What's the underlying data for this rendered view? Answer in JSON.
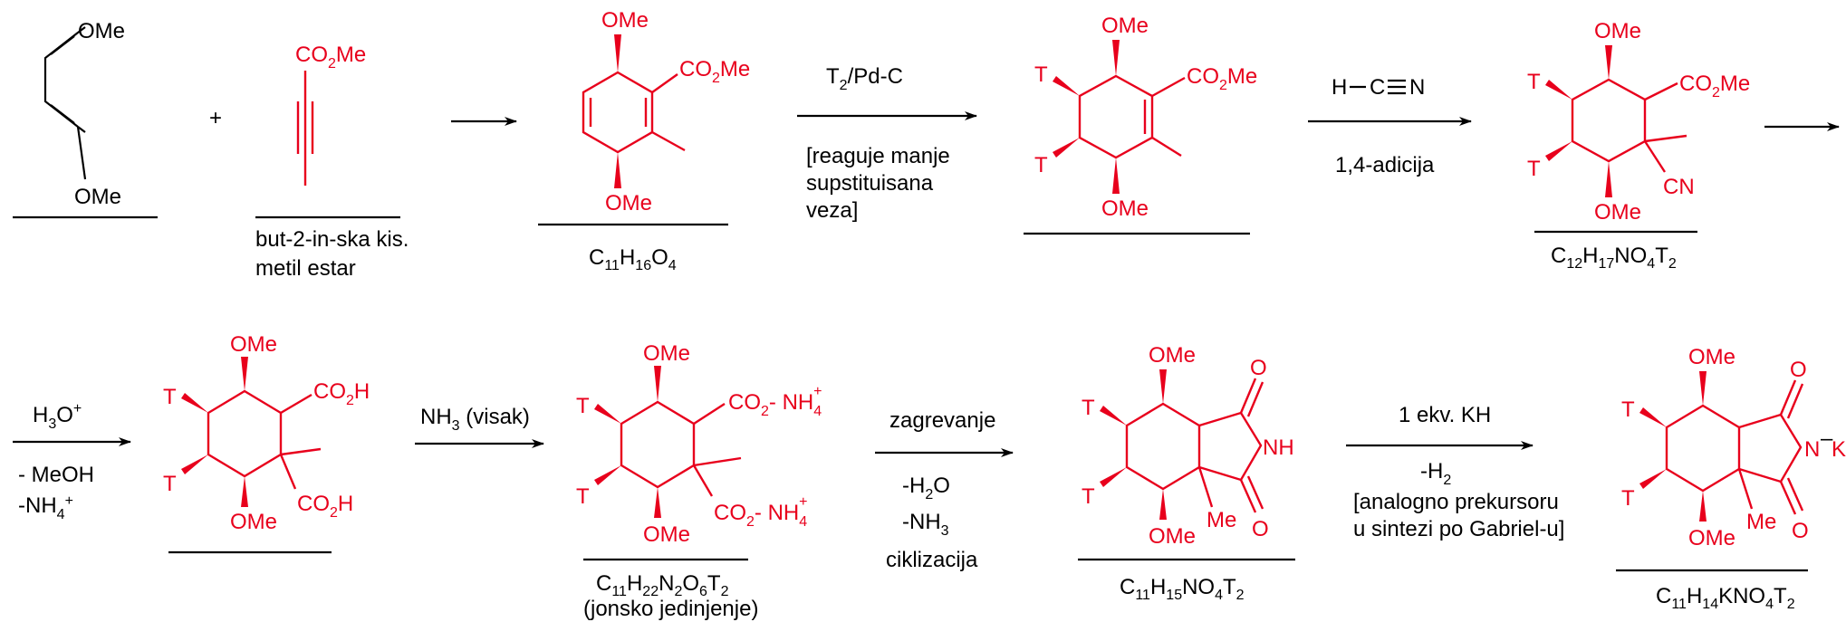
{
  "row1": {
    "diene": {
      "ome_top": "OMe",
      "ome_bottom": "OMe"
    },
    "plus": "+",
    "dienophile": {
      "ester": "CO",
      "ester_sub": "2",
      "ester_tail": "Me",
      "name_line1": "but-2-in-ska kis.",
      "name_line2": "metil estar"
    },
    "adduct": {
      "ome_top": "OMe",
      "ome_bottom": "OMe",
      "ester": "CO",
      "ester_sub": "2",
      "ester_tail": "Me",
      "formula": [
        {
          "t": "C"
        },
        {
          "s": "11"
        },
        {
          "t": "H"
        },
        {
          "s": "16"
        },
        {
          "t": "O"
        },
        {
          "s": "4"
        }
      ]
    },
    "step2": {
      "reagent": "T",
      "reagent_sub": "2",
      "reagent_tail": "/Pd-C",
      "note_line1": "[reaguje manje",
      "note_line2": "supstituisana",
      "note_line3": "veza]"
    },
    "tritiated": {
      "t1": "T",
      "t2": "T",
      "ome_top": "OMe",
      "ome_bottom": "OMe",
      "ester": "CO",
      "ester_sub": "2",
      "ester_tail": "Me"
    },
    "step3": {
      "reagent_h": "H",
      "reagent_cn": "C",
      "reagent_n": "N",
      "note": "1,4-adicija"
    },
    "nitrile": {
      "t1": "T",
      "t2": "T",
      "ome_top": "OMe",
      "ome_bottom": "OMe",
      "ester": "CO",
      "ester_sub": "2",
      "ester_tail": "Me",
      "cn": "CN",
      "formula": [
        {
          "t": "C"
        },
        {
          "s": "12"
        },
        {
          "t": "H"
        },
        {
          "s": "17"
        },
        {
          "t": "NO"
        },
        {
          "s": "4"
        },
        {
          "t": "T"
        },
        {
          "s": "2"
        }
      ]
    }
  },
  "row2": {
    "step4": {
      "reagent": "H",
      "reagent_sub": "3",
      "reagent_tail": "O",
      "reagent_sup": "+",
      "note1": "- MeOH",
      "note2": "-NH",
      "note2_sub": "4",
      "note2_sup": "+"
    },
    "diacid": {
      "t1": "T",
      "t2": "T",
      "ome_top": "OMe",
      "ome_bottom": "OMe",
      "acid1": "CO",
      "acid1_sub": "2",
      "acid1_tail": "H",
      "acid2": "CO",
      "acid2_sub": "2",
      "acid2_tail": "H"
    },
    "step5": {
      "reagent": "NH",
      "reagent_sub": "3",
      "reagent_tail": " (visak)"
    },
    "salt": {
      "t1": "T",
      "t2": "T",
      "ome_top": "OMe",
      "ome_bottom": "OMe",
      "carb1": "CO",
      "carb1_sub": "2",
      "carb1_tail": "- NH",
      "carb1_sub2": "4",
      "carb1_sup": "+",
      "carb2": "CO",
      "carb2_sub": "2",
      "carb2_tail": "-  NH",
      "carb2_sub2": "4",
      "carb2_sup": "+",
      "formula": [
        {
          "t": "C"
        },
        {
          "s": "11"
        },
        {
          "t": "H"
        },
        {
          "s": "22"
        },
        {
          "t": "N"
        },
        {
          "s": "2"
        },
        {
          "t": "O"
        },
        {
          "s": "6"
        },
        {
          "t": "T"
        },
        {
          "s": "2"
        }
      ],
      "formula_note": "(jonsko jedinjenje)"
    },
    "step6": {
      "above": "zagrevanje",
      "b1": "-H",
      "b1_sub": "2",
      "b1_tail": "O",
      "b2": "-NH",
      "b2_sub": "3",
      "b3": "ciklizacija"
    },
    "imide": {
      "t1": "T",
      "t2": "T",
      "ome_top": "OMe",
      "ome_bottom": "OMe",
      "o1": "O",
      "o2": "O",
      "nh": "NH",
      "me": "Me",
      "formula": [
        {
          "t": "C"
        },
        {
          "s": "11"
        },
        {
          "t": "H"
        },
        {
          "s": "15"
        },
        {
          "t": "NO"
        },
        {
          "s": "4"
        },
        {
          "t": "T"
        },
        {
          "s": "2"
        }
      ]
    },
    "step7": {
      "above": "1 ekv. KH",
      "b1": "-H",
      "b1_sub": "2",
      "b2": "[analogno prekursoru",
      "b3": "u sintezi po Gabriel-u]"
    },
    "salt_k": {
      "t1": "T",
      "t2": "T",
      "ome_top": "OMe",
      "ome_bottom": "OMe",
      "o1": "O",
      "o2": "O",
      "n": "N",
      "charge": "–",
      "k": "K",
      "me": "Me",
      "formula": [
        {
          "t": "C"
        },
        {
          "s": "11"
        },
        {
          "t": "H"
        },
        {
          "s": "14"
        },
        {
          "t": "KNO"
        },
        {
          "s": "4"
        },
        {
          "t": "T"
        },
        {
          "s": "2"
        }
      ]
    }
  }
}
